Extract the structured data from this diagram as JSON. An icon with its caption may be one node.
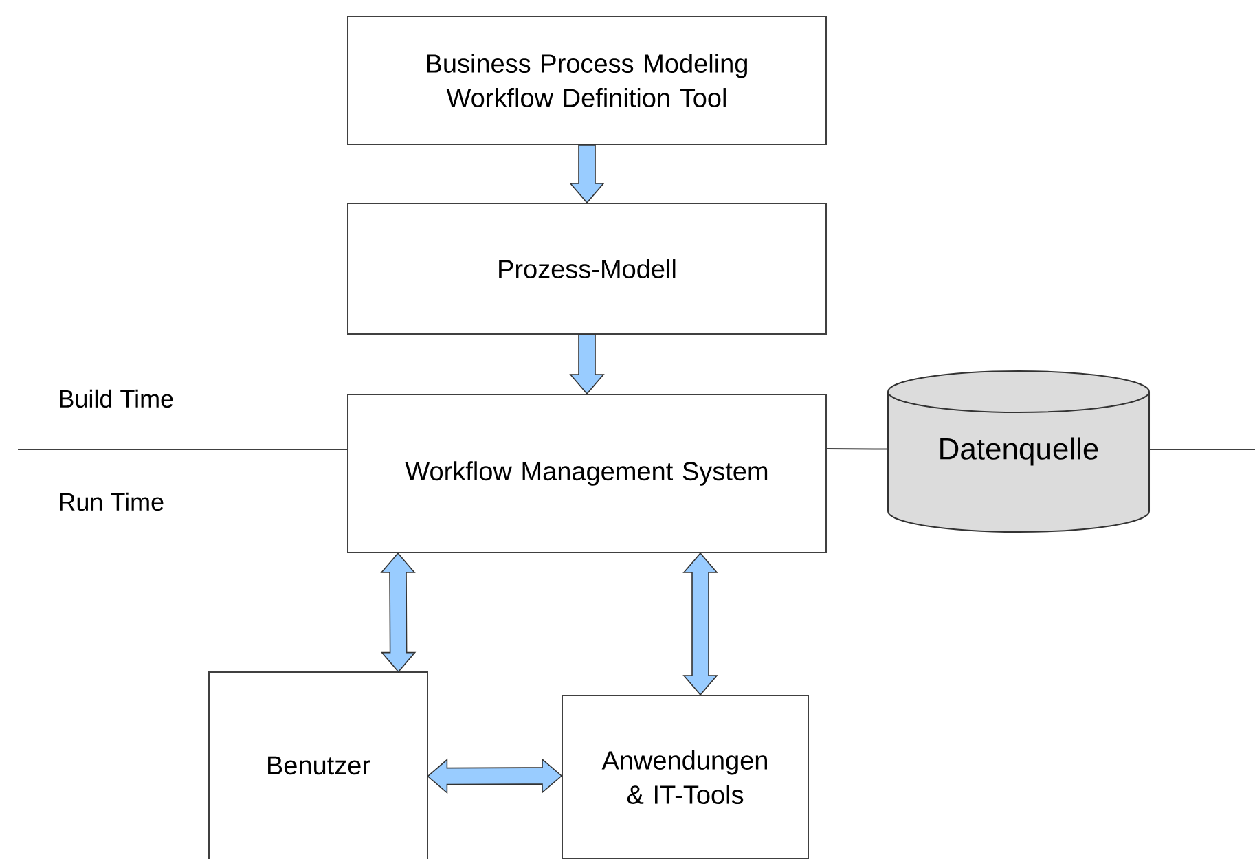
{
  "diagram": {
    "nodes": [
      {
        "text": [
          "Business Process Modeling Workflow Definition Tool"
        ]
      },
      {
        "text": [
          "Prozess-Modell"
        ]
      },
      {
        "text": [
          "Workflow Management System"
        ]
      },
      {
        "text": [
          "Datenquelle"
        ]
      },
      {
        "text": [
          "Benutzer"
        ]
      },
      {
        "text": [
          "Anwendungen & IT-Tools"
        ]
      }
    ],
    "edges": [
      {
        "from": 0,
        "to": 1,
        "arrow": "to"
      },
      {
        "from": 1,
        "to": 2,
        "arrow": "to"
      },
      {
        "from": 2,
        "to": 4,
        "arrow": "both"
      },
      {
        "from": 2,
        "to": 5,
        "arrow": "both"
      },
      {
        "from": 4,
        "to": 5,
        "arrow": "both"
      },
      {
        "from": 2,
        "to": 3,
        "arrow": "none"
      }
    ],
    "labels": [
      "Build Time",
      "Run Time"
    ]
  }
}
